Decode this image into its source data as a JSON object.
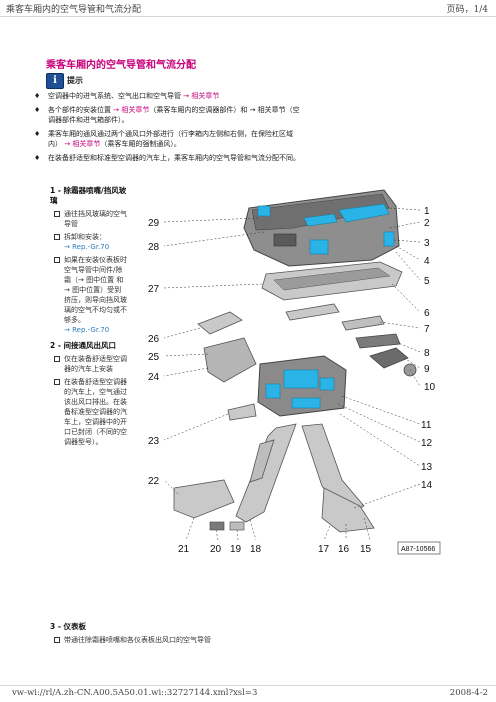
{
  "header": {
    "title": "乘客车厢内的空气导管和气流分配",
    "page": "页码，1/4"
  },
  "title": "乘客车厢内的空气导管和气流分配",
  "hint": {
    "icon": "i",
    "label": "提示"
  },
  "notes": [
    {
      "text": "空调器中的进气系统、空气出口和空气导管",
      "arrow": "→",
      "link": "相关章节",
      "tail": ""
    },
    {
      "text": "各个部件的安装位置",
      "arrow": "→",
      "link": "相关章节",
      "tail": "（乘客车厢内的空调器部件）和 → 相关章节（空调器部件和进气箱部件）。"
    },
    {
      "text": "乘客车厢的通风通过两个通风口外部进行（行李箱内左侧和右侧，在保险杠区域内）",
      "arrow": "→",
      "link": "相关章节",
      "tail": "（乘客车厢的强制通风）。"
    },
    {
      "text": "在装备舒适型和标准型空调器的汽车上，乘客车厢内的空气导管和气流分配不同。",
      "arrow": "",
      "link": "",
      "tail": ""
    }
  ],
  "items": [
    {
      "title": "1 - 除霜器喷嘴/挡风玻璃",
      "subs": [
        {
          "text": "通往挡风玻璃的空气导管",
          "link": ""
        },
        {
          "text": "拆卸和安装：",
          "link": "→ Rep.-Gr.70"
        },
        {
          "text": "如果在安装仪表板时空气导管中间件/除霜（→ 图中位置 和 → 图中位置）受到挤压，则导向挡风玻璃的空气不均匀或不够多。",
          "link": "→ Rep.-Gr.70"
        }
      ]
    },
    {
      "title": "2 - 间接通风出风口",
      "subs": [
        {
          "text": "仅在装备舒适型空调器的汽车上安装",
          "link": ""
        },
        {
          "text": "在装备舒适型空调器的汽车上，空气通过该出风口排出。在装备标准型空调器的汽车上，空调器中的开口已封闭（不同的空调器型号）。",
          "link": ""
        }
      ]
    }
  ],
  "item3": {
    "title": "3 - 仪表板",
    "sub": "带通往除霜器喷嘴和各仪表板出风口的空气导管"
  },
  "diagram": {
    "callouts_right": [
      "1",
      "2",
      "3",
      "4",
      "5",
      "6",
      "7",
      "8",
      "9",
      "10",
      "11",
      "12",
      "13",
      "14"
    ],
    "callouts_left": [
      "29",
      "28",
      "27",
      "26",
      "25",
      "24",
      "23",
      "22"
    ],
    "callouts_bottom": [
      "21",
      "20",
      "19",
      "18",
      "17",
      "16",
      "15"
    ],
    "reference": "A87-10566",
    "colors": {
      "accent": "#2ab3e6",
      "part_fill": "#c9c9c9",
      "part_stroke": "#555555"
    }
  },
  "footer": {
    "left": "vw-wi://rl/A.zh-CN.A00.5A50.01.wi::32727144.xml?xsl=3",
    "right": "2008-4-2"
  }
}
